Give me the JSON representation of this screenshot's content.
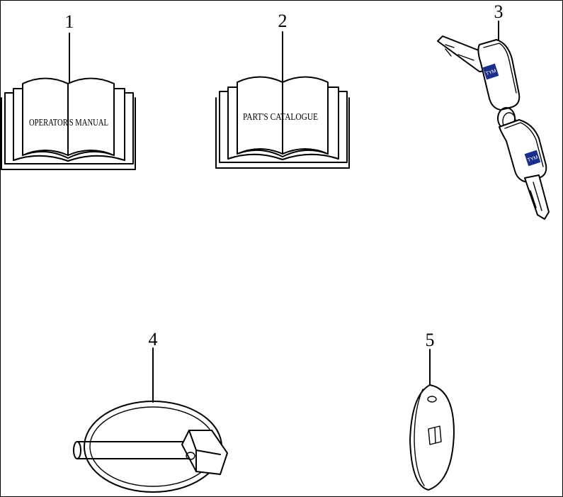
{
  "items": [
    {
      "number": "1",
      "label": "OPERATOR'S MANUAL"
    },
    {
      "number": "2",
      "label": "PART'S CATALOGUE"
    },
    {
      "number": "3",
      "logo": "TYM"
    },
    {
      "number": "4"
    },
    {
      "number": "5"
    }
  ],
  "colors": {
    "line": "#000000",
    "logo": "#1a2f8a",
    "background": "#ffffff"
  },
  "icons": [
    "open-book-icon",
    "open-book-icon",
    "key-pair-icon",
    "lynch-pin-icon",
    "keyfob-icon"
  ]
}
